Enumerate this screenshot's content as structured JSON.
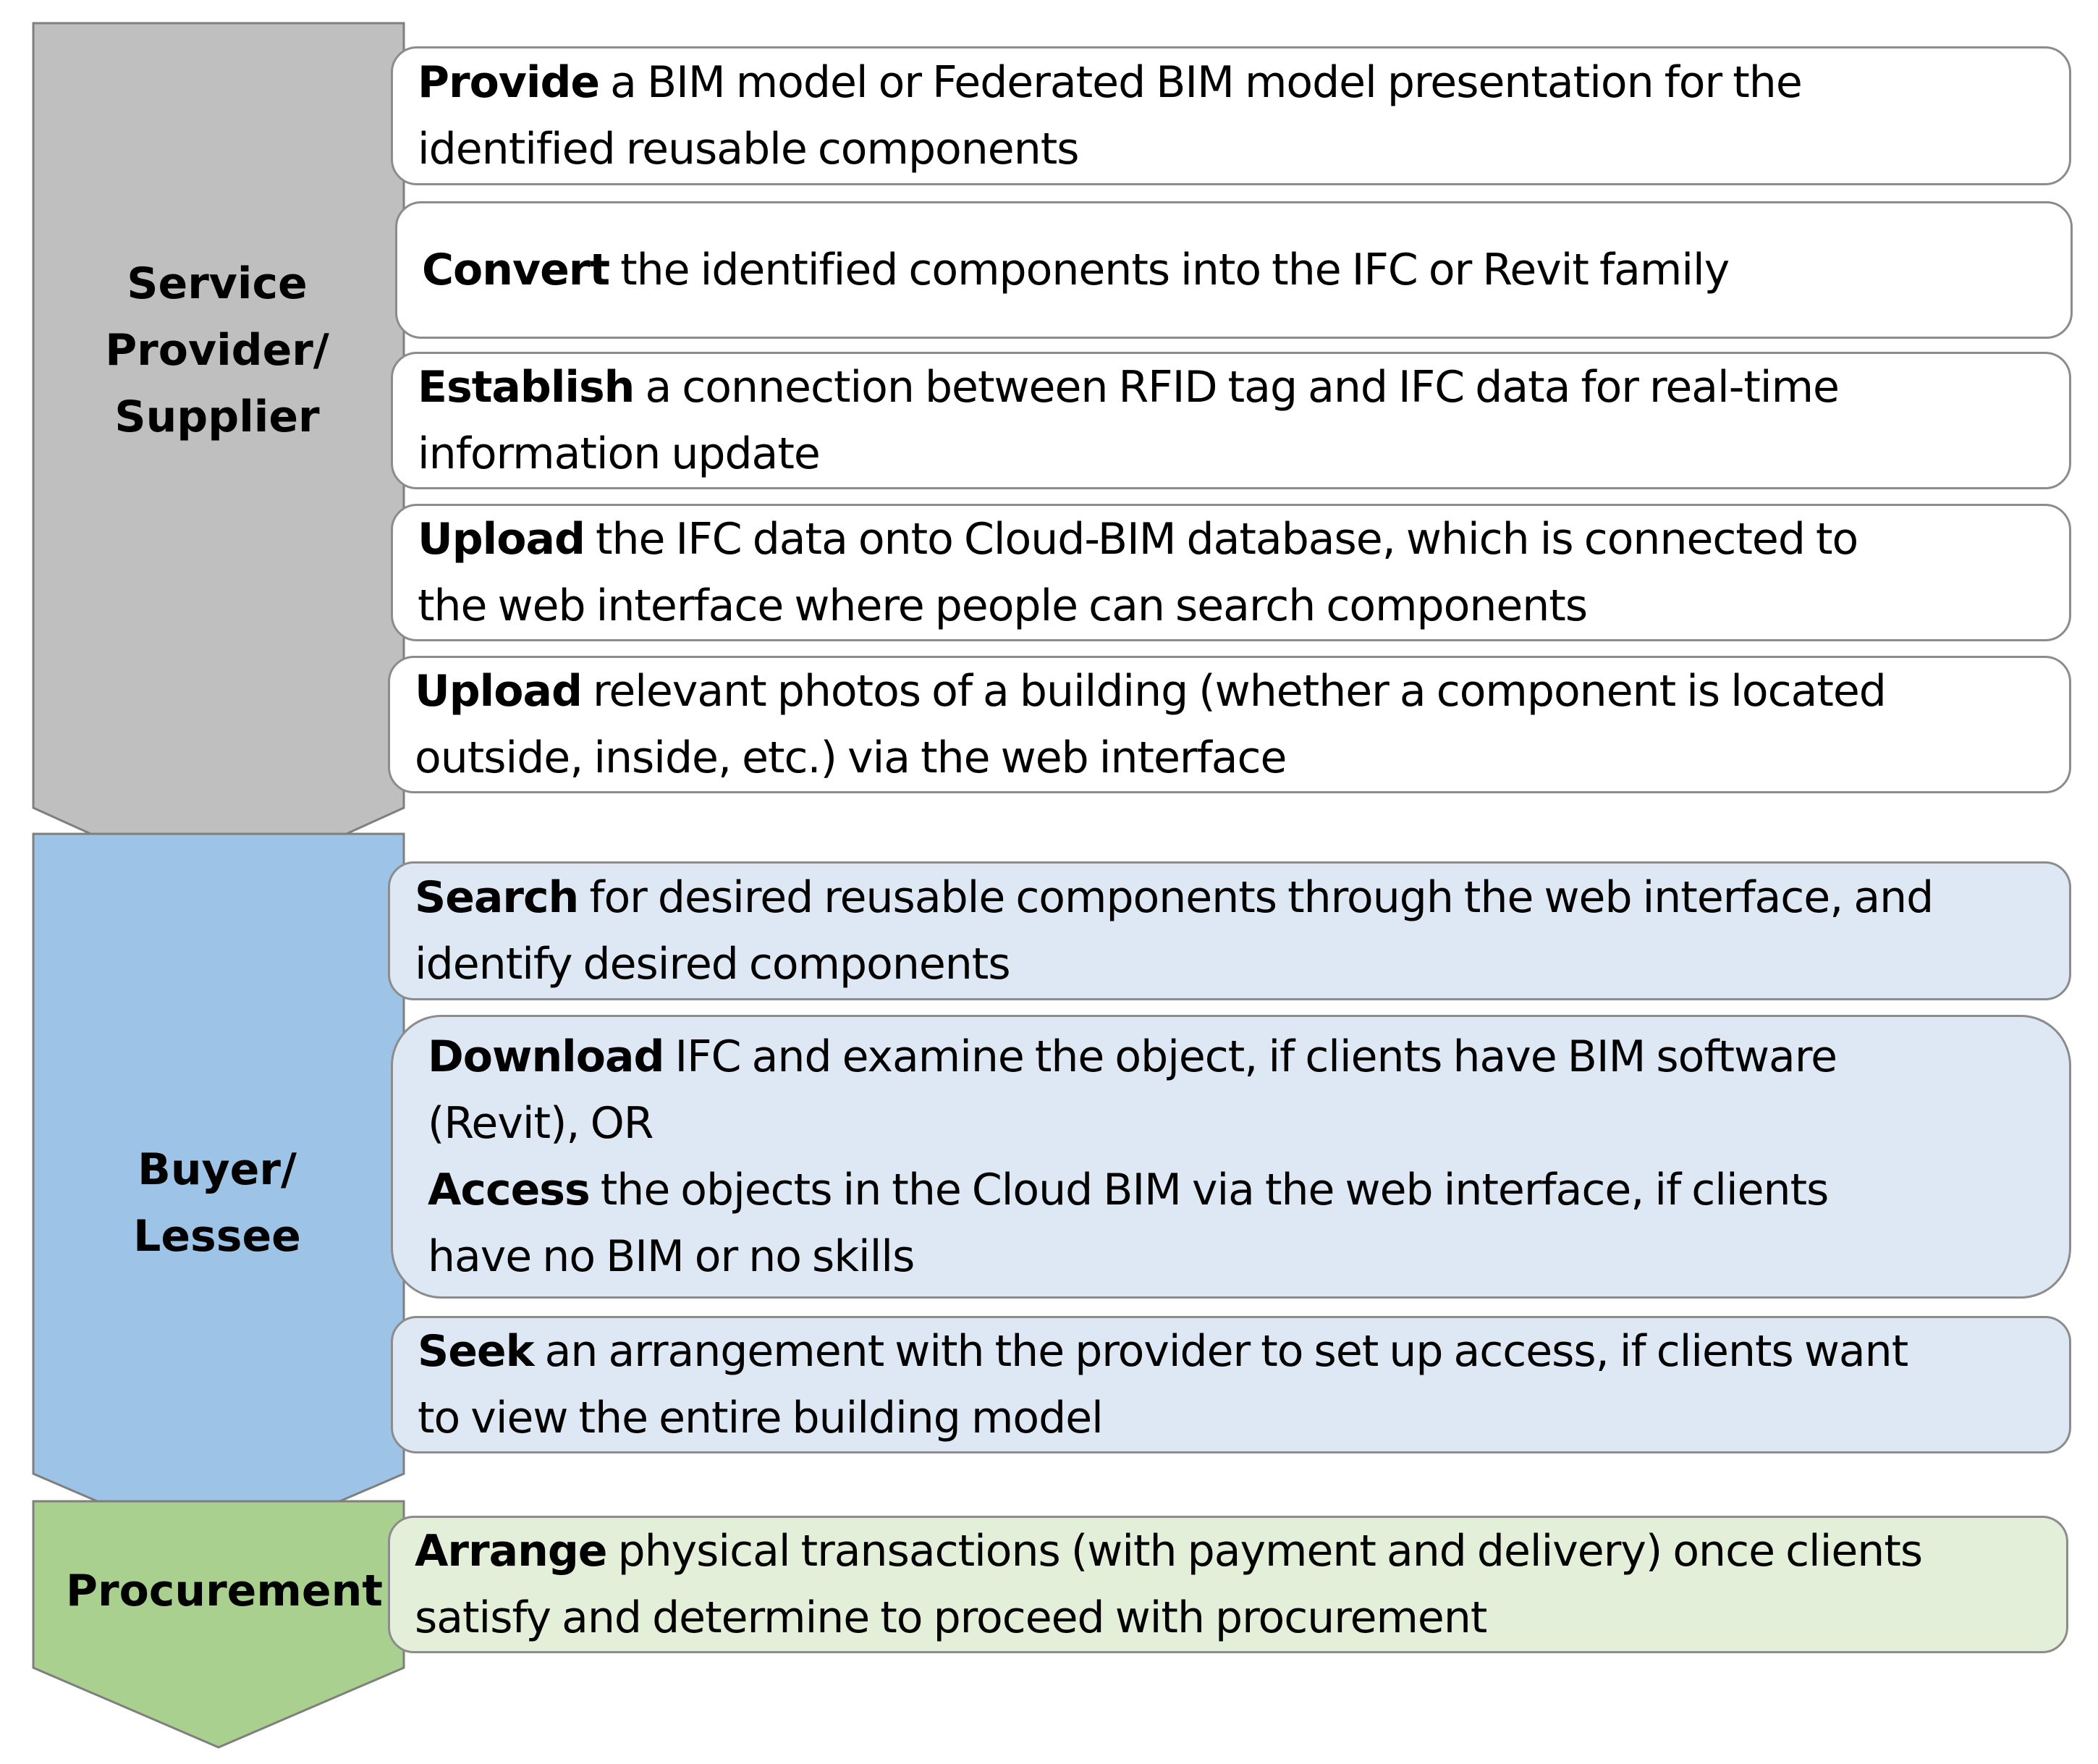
{
  "colors": {
    "service_chevron": "#bfbfbf",
    "buyer_chevron": "#9dc3e6",
    "procurement_chevron": "#a9d08e",
    "chevron_outline": "#7f7f7f",
    "box_white": "#ffffff",
    "box_blue": "#dee8f4",
    "box_green": "#e4efda",
    "box_border": "#8c8c8c"
  },
  "phases": [
    {
      "id": "service",
      "lines": [
        "Service",
        "Provider/",
        "Supplier"
      ]
    },
    {
      "id": "buyer",
      "lines": [
        "Buyer/",
        "Lessee"
      ]
    },
    {
      "id": "procurement",
      "lines": [
        "Procurement"
      ]
    }
  ],
  "steps": [
    {
      "phase": "service",
      "paragraphs": [
        {
          "verb": "Provide",
          "lines": [
            " a BIM model or Federated BIM model presentation for the",
            "identified reusable components"
          ]
        }
      ]
    },
    {
      "phase": "service",
      "paragraphs": [
        {
          "verb": "Convert",
          "lines": [
            " the identified components into the IFC or Revit family"
          ]
        }
      ]
    },
    {
      "phase": "service",
      "paragraphs": [
        {
          "verb": "Establish",
          "lines": [
            " a connection between RFID tag and IFC data for real-time",
            "information update"
          ]
        }
      ]
    },
    {
      "phase": "service",
      "paragraphs": [
        {
          "verb": "Upload",
          "lines": [
            " the IFC data onto Cloud-BIM database, which is connected to",
            "the web interface where people can search components"
          ]
        }
      ]
    },
    {
      "phase": "service",
      "paragraphs": [
        {
          "verb": "Upload",
          "lines": [
            " relevant photos of a building (whether a component is located",
            "outside, inside, etc.) via the web interface"
          ]
        }
      ]
    },
    {
      "phase": "buyer",
      "paragraphs": [
        {
          "verb": "Search",
          "lines": [
            " for desired reusable components through the web interface, and",
            "identify desired components"
          ]
        }
      ]
    },
    {
      "phase": "buyer",
      "paragraphs": [
        {
          "verb": "Download",
          "lines": [
            " IFC and examine the object, if clients have BIM software",
            "(Revit), OR"
          ]
        },
        {
          "verb": "Access",
          "lines": [
            " the objects in the Cloud BIM via the web interface, if clients",
            "have no BIM or no skills"
          ]
        }
      ]
    },
    {
      "phase": "buyer",
      "paragraphs": [
        {
          "verb": "Seek",
          "lines": [
            " an arrangement with the provider to set up access, if clients want",
            "to view the entire building model"
          ]
        }
      ]
    },
    {
      "phase": "procurement",
      "paragraphs": [
        {
          "verb": "Arrange",
          "lines": [
            " physical transactions (with payment and delivery) once clients",
            "satisfy and determine to proceed with procurement"
          ]
        }
      ]
    }
  ]
}
